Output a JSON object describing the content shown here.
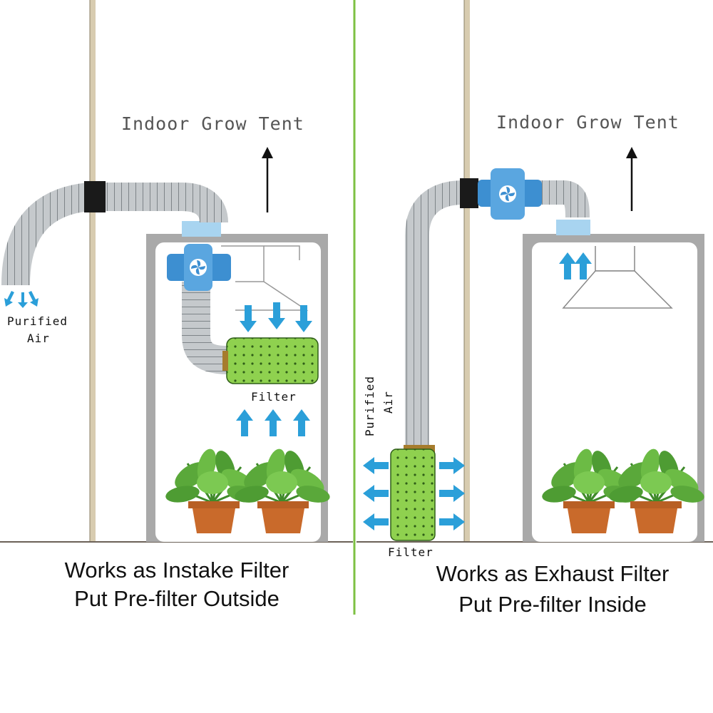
{
  "left_panel": {
    "tent_label": "Indoor Grow Tent",
    "purified_label_line1": "Purified",
    "purified_label_line2": "Air",
    "filter_label": "Filter",
    "caption_line1": "Works as Instake Filter",
    "caption_line2": "Put Pre-filter Outside"
  },
  "right_panel": {
    "tent_label": "Indoor Grow Tent",
    "purified_label_line1": "Purified",
    "purified_label_line2": "Air",
    "filter_label": "Filter",
    "caption_line1": "Works as Exhaust Filter",
    "caption_line2": "Put Pre-filter Inside"
  },
  "colors": {
    "divider": "#7dc043",
    "wall": "#d8ccb0",
    "arrow_blue": "#2b9fd9",
    "filter_green": "#8fd14f",
    "tent_gray": "#a9a9a9",
    "fan_blue": "#3d8fd1",
    "pot": "#c96a2b",
    "duct": "#b9bec2"
  }
}
